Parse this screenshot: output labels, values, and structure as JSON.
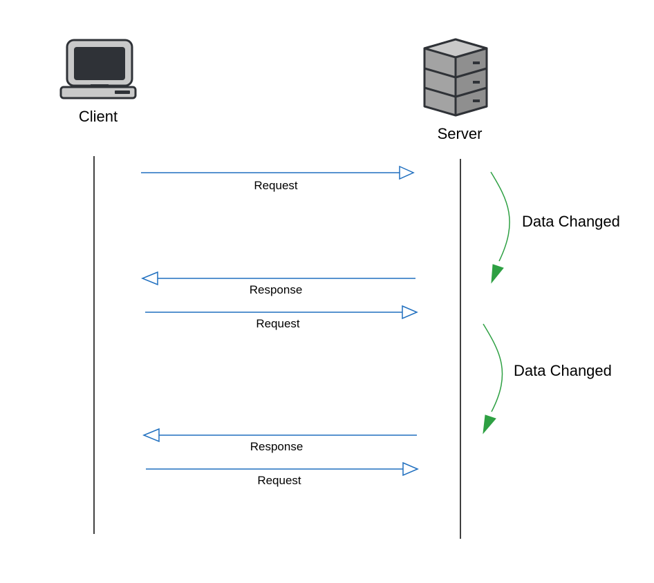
{
  "actors": {
    "client": {
      "label": "Client",
      "icon": "desktop-computer-icon"
    },
    "server": {
      "label": "Server",
      "icon": "server-rack-icon"
    }
  },
  "messages": [
    {
      "label": "Request",
      "direction": "client-to-server"
    },
    {
      "label": "Response",
      "direction": "server-to-client"
    },
    {
      "label": "Request",
      "direction": "client-to-server"
    },
    {
      "label": "Response",
      "direction": "server-to-client"
    },
    {
      "label": "Request",
      "direction": "client-to-server"
    }
  ],
  "events": [
    {
      "label": "Data Changed"
    },
    {
      "label": "Data Changed"
    }
  ],
  "colors": {
    "message_line": "#1f6fbf",
    "event_arrow": "#2ea043",
    "lifeline": "#000000",
    "icon_dark": "#2f3237",
    "icon_light": "#c9c9c9",
    "server_gray": "#a3a3a3"
  }
}
